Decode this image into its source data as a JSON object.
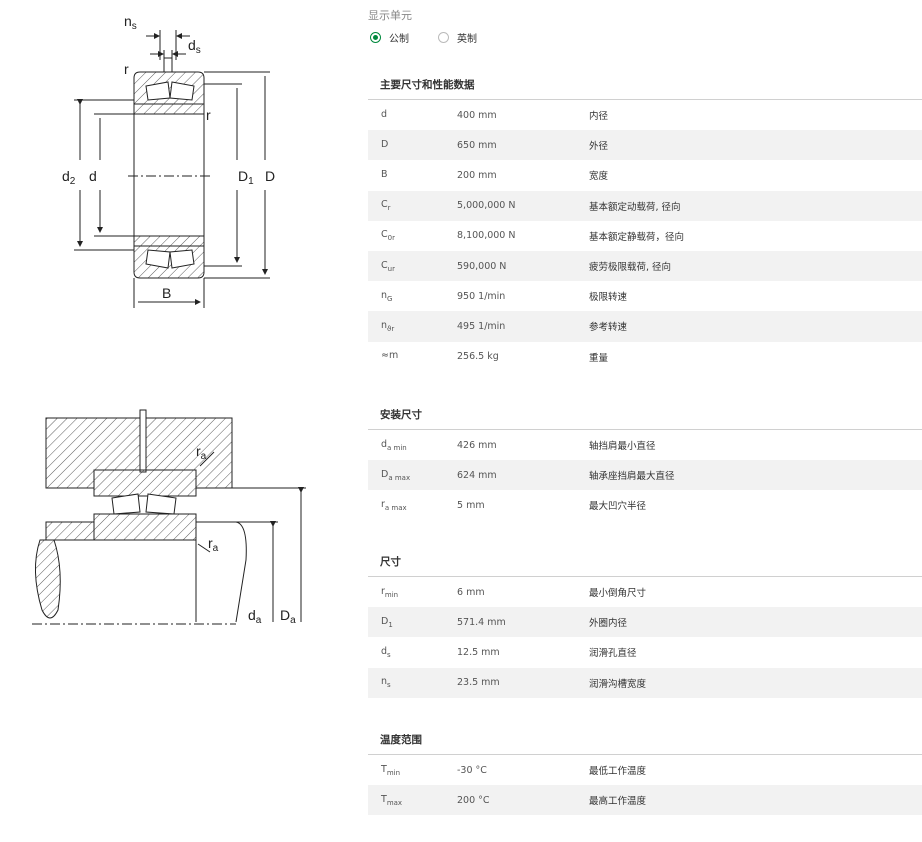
{
  "drawing_top": {
    "labels": {
      "ns": "n",
      "ns_sub": "s",
      "ds": "d",
      "ds_sub": "s",
      "r1": "r",
      "r2": "r",
      "d2": "d",
      "d2_sub": "2",
      "d": "d",
      "D1": "D",
      "D1_sub": "1",
      "D": "D",
      "B": "B"
    }
  },
  "drawing_bottom": {
    "labels": {
      "ra1": "r",
      "ra1_sub": "a",
      "ra2": "r",
      "ra2_sub": "a",
      "da": "d",
      "da_sub": "a",
      "Da": "D",
      "Da_sub": "a"
    }
  },
  "units": {
    "title": "显示单元",
    "metric": "公制",
    "imperial": "英制"
  },
  "sections": [
    {
      "title": "主要尺寸和性能数据",
      "rows": [
        {
          "sym": "d",
          "sub": "",
          "val": "400 mm",
          "desc": "内径"
        },
        {
          "sym": "D",
          "sub": "",
          "val": "650 mm",
          "desc": "外径"
        },
        {
          "sym": "B",
          "sub": "",
          "val": "200 mm",
          "desc": "宽度"
        },
        {
          "sym": "C",
          "sub": "r",
          "val": "5,000,000 N",
          "desc": "基本额定动载荷, 径向"
        },
        {
          "sym": "C",
          "sub": "0r",
          "val": "8,100,000 N",
          "desc": "基本额定静载荷，径向"
        },
        {
          "sym": "C",
          "sub": "ur",
          "val": "590,000 N",
          "desc": "疲劳极限载荷, 径向"
        },
        {
          "sym": "n",
          "sub": "G",
          "val": "950 1/min",
          "desc": "极限转速"
        },
        {
          "sym": "n",
          "sub": "ϑr",
          "val": "495 1/min",
          "desc": "参考转速"
        },
        {
          "sym": "≈m",
          "sub": "",
          "val": "256.5 kg",
          "desc": "重量"
        }
      ]
    },
    {
      "title": "安装尺寸",
      "rows": [
        {
          "sym": "d",
          "sub": "a min",
          "val": "426 mm",
          "desc": "轴挡肩最小直径"
        },
        {
          "sym": "D",
          "sub": "a max",
          "val": "624 mm",
          "desc": "轴承座挡肩最大直径"
        },
        {
          "sym": "r",
          "sub": "a max",
          "val": "5 mm",
          "desc": "最大凹穴半径"
        }
      ]
    },
    {
      "title": "尺寸",
      "rows": [
        {
          "sym": "r",
          "sub": "min",
          "val": "6 mm",
          "desc": "最小倒角尺寸"
        },
        {
          "sym": "D",
          "sub": "1",
          "val": "571.4 mm",
          "desc": "外圈内径"
        },
        {
          "sym": "d",
          "sub": "s",
          "val": "12.5 mm",
          "desc": "润滑孔直径"
        },
        {
          "sym": "n",
          "sub": "s",
          "val": "23.5 mm",
          "desc": "润滑沟槽宽度"
        }
      ]
    },
    {
      "title": "温度范围",
      "rows": [
        {
          "sym": "T",
          "sub": "min",
          "val": "-30 °C",
          "desc": "最低工作温度"
        },
        {
          "sym": "T",
          "sub": "max",
          "val": "200 °C",
          "desc": "最高工作温度"
        }
      ]
    }
  ],
  "colors": {
    "accent": "#00893d",
    "row_alt": "#f2f2f2",
    "rule": "#d0d0d0"
  }
}
